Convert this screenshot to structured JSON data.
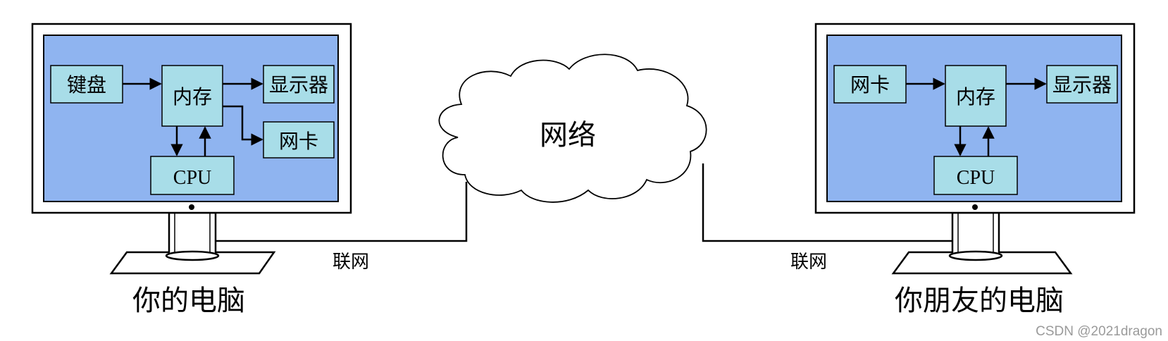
{
  "colors": {
    "screen_blue": "#8fb4f0",
    "box_cyan": "#a8dde8",
    "line": "#000000",
    "monitor_bezel": "#ffffff",
    "watermark": "#9a9a9a"
  },
  "left_computer": {
    "caption": "你的电脑",
    "boxes": {
      "keyboard": "键盘",
      "memory": "内存",
      "display": "显示器",
      "nic": "网卡",
      "cpu": "CPU"
    }
  },
  "right_computer": {
    "caption": "你朋友的电脑",
    "boxes": {
      "nic": "网卡",
      "memory": "内存",
      "display": "显示器",
      "cpu": "CPU"
    }
  },
  "cloud_label": "网络",
  "link_left_label": "联网",
  "link_right_label": "联网",
  "watermark": "CSDN @2021dragon"
}
